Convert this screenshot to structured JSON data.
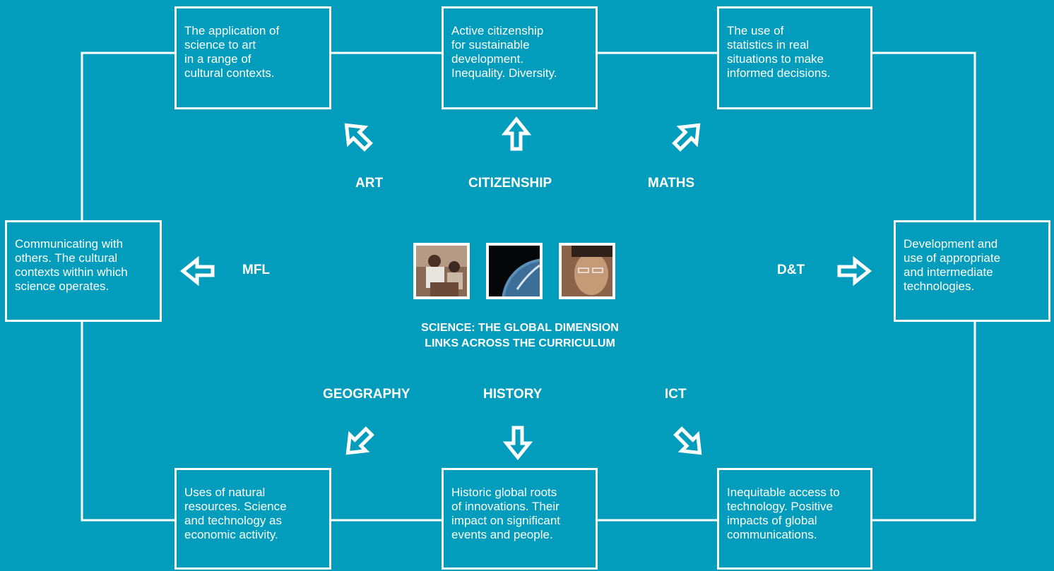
{
  "colors": {
    "background": "#029cbd",
    "foreground": "#ffffff"
  },
  "center": {
    "title_line1": "SCIENCE: THE GLOBAL DIMENSION",
    "title_line2": "LINKS ACROSS THE CURRICULUM",
    "photos": [
      "photo-students-icon",
      "photo-earth-from-space-icon",
      "photo-person-face-icon"
    ]
  },
  "subjects": {
    "art": {
      "label": "ART",
      "text": "The application of\nscience to art\nin a range of\ncultural contexts."
    },
    "citizenship": {
      "label": "CITIZENSHIP",
      "text": "Active citizenship\nfor sustainable\ndevelopment.\nInequality. Diversity."
    },
    "maths": {
      "label": "MATHS",
      "text": "The use of\nstatistics in real\nsituations to make\ninformed decisions."
    },
    "mfl": {
      "label": "MFL",
      "text": "Communicating with\nothers. The cultural\ncontexts within which\nscience operates."
    },
    "dt": {
      "label": "D&T",
      "text": "Development and\nuse of appropriate\nand intermediate\ntechnologies."
    },
    "geography": {
      "label": "GEOGRAPHY",
      "text": "Uses of natural\nresources. Science\nand technology as\neconomic activity."
    },
    "history": {
      "label": "HISTORY",
      "text": "Historic global roots\nof innovations. Their\nimpact on significant\nevents and people."
    },
    "ict": {
      "label": "ICT",
      "text": "Inequitable access to\ntechnology. Positive\nimpacts of global\ncommunications."
    }
  }
}
